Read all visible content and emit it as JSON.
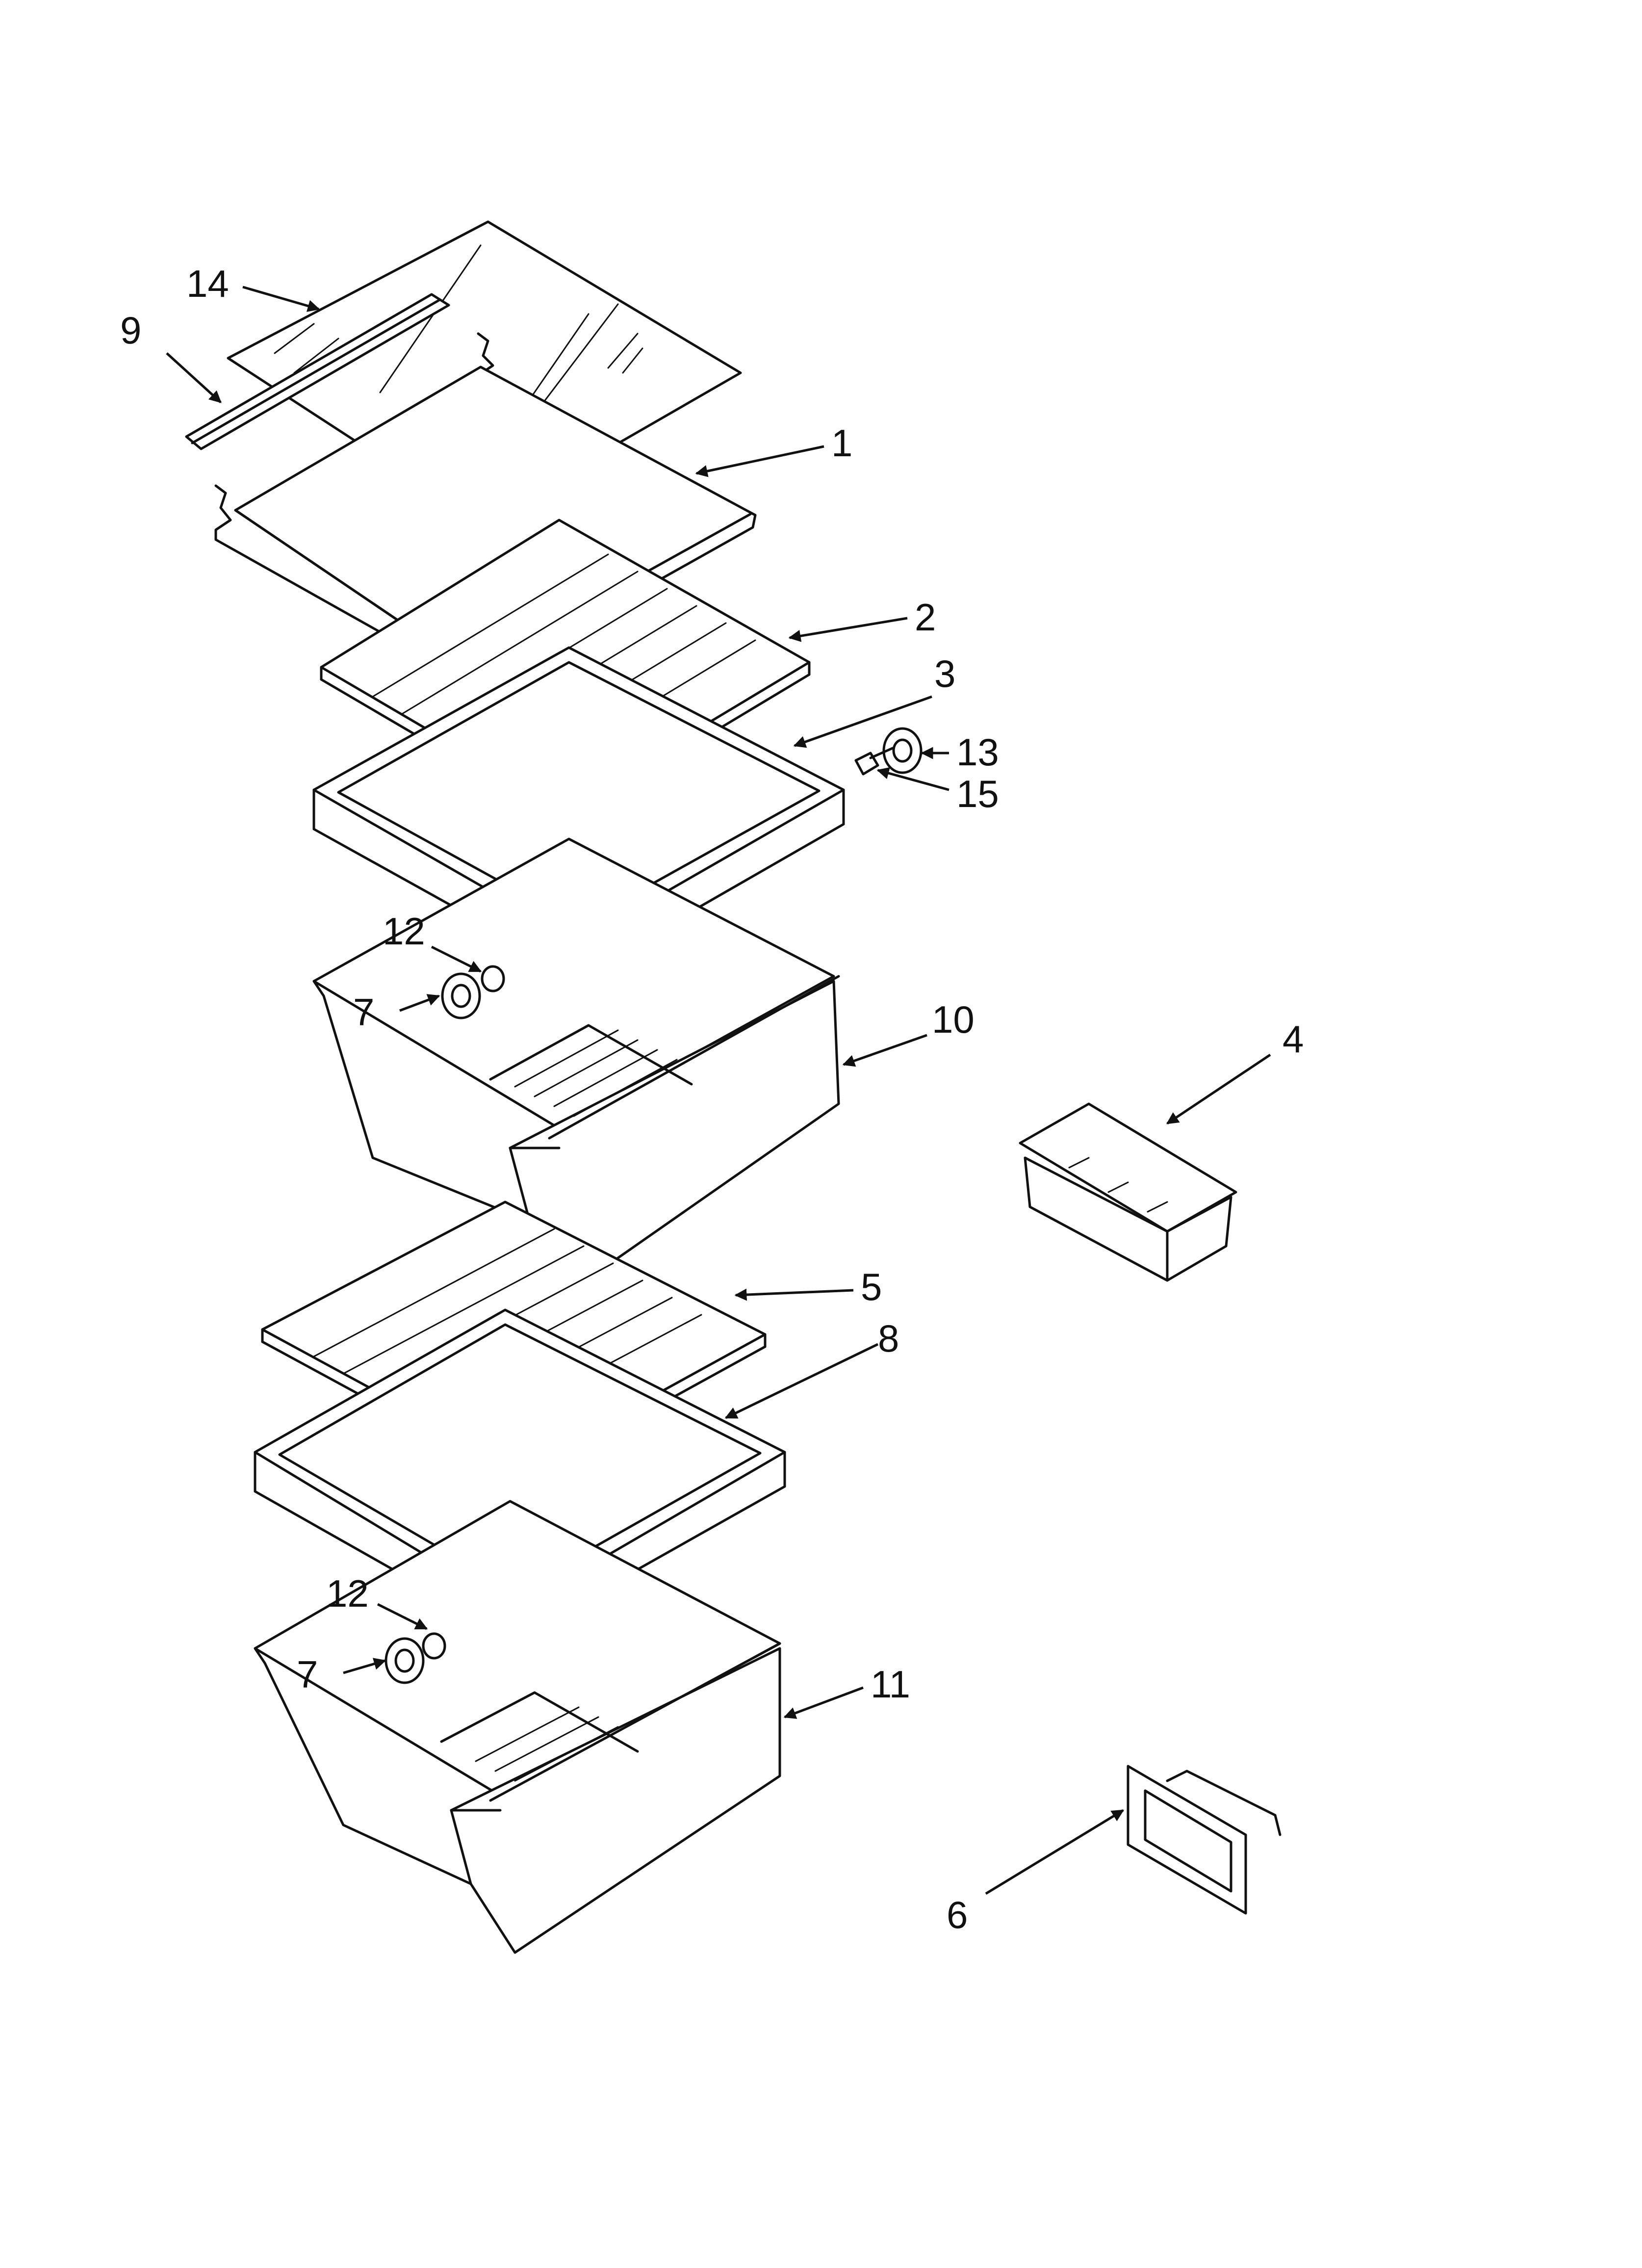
{
  "callouts": {
    "c1": "1",
    "c2": "2",
    "c3": "3",
    "c4": "4",
    "c5": "5",
    "c6": "6",
    "c7a": "7",
    "c7b": "7",
    "c8": "8",
    "c9": "9",
    "c10": "10",
    "c11": "11",
    "c12a": "12",
    "c12b": "12",
    "c13": "13",
    "c14": "14",
    "c15": "15"
  },
  "colors": {
    "line": "#111111",
    "background": "#ffffff"
  }
}
